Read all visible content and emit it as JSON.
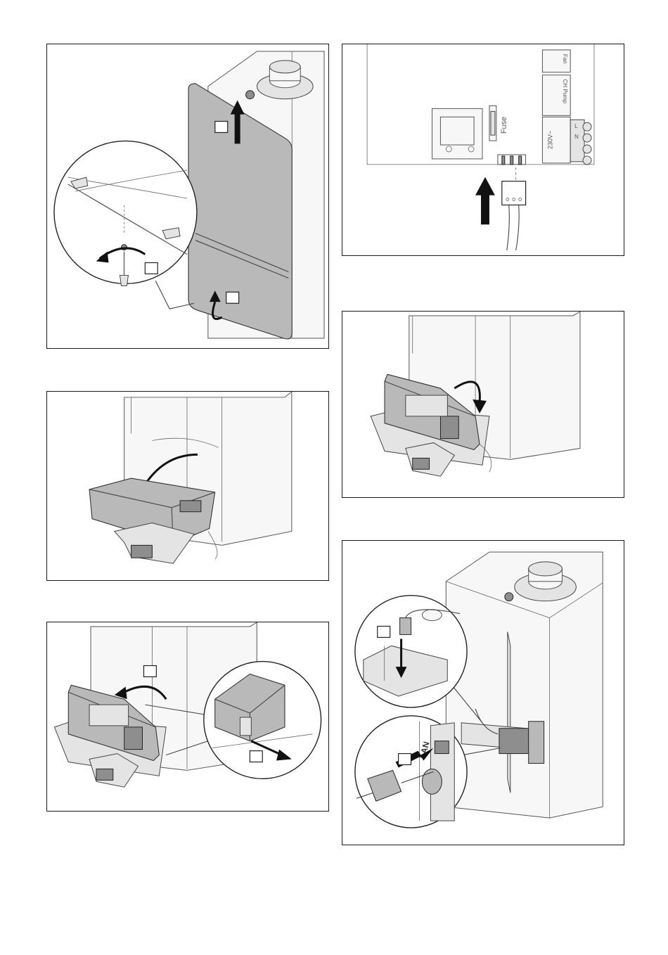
{
  "figures": [
    {
      "id": "fig-front-cover",
      "callouts": [
        "",
        "",
        ""
      ]
    },
    {
      "id": "fig-wiring-board",
      "labels": {
        "fuse": "Fuse",
        "fan": "Fan",
        "ch_pump": "CH Pump",
        "mains": "230V~",
        "l": "L",
        "n": "N"
      }
    },
    {
      "id": "fig-control-box-down"
    },
    {
      "id": "fig-control-box-rotate"
    },
    {
      "id": "fig-control-box-release",
      "callouts": [
        "",
        ""
      ]
    },
    {
      "id": "fig-lan-connection",
      "labels": {
        "lan": "LAN"
      },
      "callouts": [
        "",
        ""
      ]
    }
  ]
}
